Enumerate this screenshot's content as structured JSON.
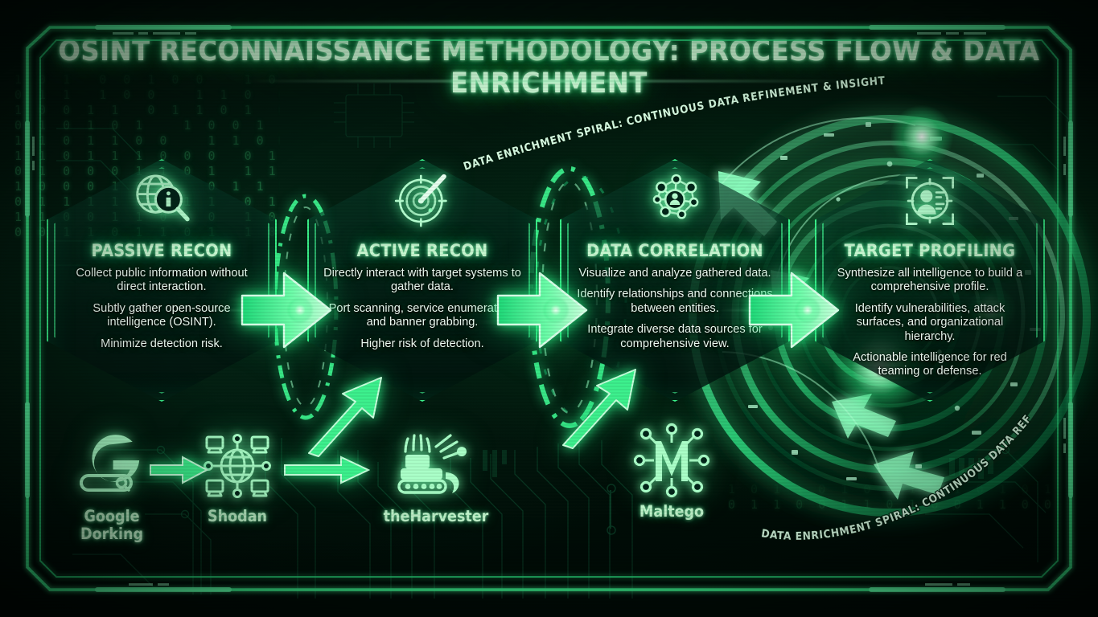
{
  "title": "OSINT RECONNAISSANCE METHODOLOGY: PROCESS FLOW & DATA ENRICHMENT",
  "colors": {
    "background": "#010c07",
    "accent_green": "#2ef07f",
    "bright_green": "#7dffb0",
    "heading_mint": "#c6f6cf",
    "body_white": "#f2fff6",
    "dark_panel": "#032016"
  },
  "spiral_caption": "DATA ENRICHMENT SPIRAL: CONTINUOUS DATA REFINEMENT & INSIGHT GENERATION",
  "stages": [
    {
      "id": "passive-recon",
      "icon": "globe-magnifier-info-icon",
      "heading": "PASSIVE RECON",
      "bullets": [
        "Collect public information without direct interaction.",
        "Subtly gather open-source intelligence (OSINT).",
        "Minimize detection risk."
      ]
    },
    {
      "id": "active-recon",
      "icon": "radar-scanner-icon",
      "heading": "ACTIVE RECON",
      "bullets": [
        "Directly interact with target systems to gather data.",
        "Port scanning, service enumeration, and banner grabbing.",
        "Higher risk of detection."
      ]
    },
    {
      "id": "data-correlation",
      "icon": "network-graph-person-icon",
      "heading": "DATA CORRELATION",
      "bullets": [
        "Visualize and analyze gathered data.",
        "Identify relationships and connections between entities.",
        "Integrate diverse data sources for comprehensive view."
      ]
    },
    {
      "id": "target-profiling",
      "icon": "crosshair-person-profile-icon",
      "heading": "TARGET PROFILING",
      "bullets": [
        "Synthesize all intelligence to build a comprehensive profile.",
        "Identify vulnerabilities, attack surfaces, and organizational hierarchy.",
        "Actionable intelligence for red teaming or defense."
      ]
    }
  ],
  "tools": [
    {
      "id": "google-dorking",
      "icon": "google-g-search-icon",
      "label": "Google Dorking"
    },
    {
      "id": "shodan",
      "icon": "globe-devices-network-icon",
      "label": "Shodan"
    },
    {
      "id": "theharvester",
      "icon": "harvester-combine-icon",
      "label": "theHarvester"
    },
    {
      "id": "maltego",
      "icon": "maltego-m-nodes-icon",
      "label": "Maltego"
    }
  ],
  "binary_rain": [
    "1 0 1  0 0 1 0 0   1 0 0    0 1",
    "0 1 1  1 0 0   1 1 0  0 1 0  1",
    "1 0 0 1 1  0 1 1 0 1  0  1 1 0",
    "0 1 0 1 0 1   1 0 0 1  1 1 0 1",
    "1 1 0 1 1 0 0   1 1 0 0 1  1 0",
    "1 1 0 1 1 1 0 0 0  0 1 1 0 1 0",
    "0 1 0 0 0 1 1 0 1  1 1 0 0 1 1",
    "1 0 0 0 1 0 0   0 1 1 1 0  1 0",
    "0 1 1 1 1 0 0 1 1  0 1 0 1 1 0",
    "1 1 0 0 1 1 0 1 0  1 0 1 0 0 1",
    "0 0 1 1 0 1 1 0 1  1 0 0 1 1 0"
  ],
  "binary_rain_bottom": [
    "1 0 1 1 0 1 0 0 1 1 1 0 1 0 1 1 0 0 1 0 1 1 0",
    "0 1 1 0 0 1 1 0 1 0 0 1 1 0 0 1 0 1 1 0 1 0 1"
  ]
}
